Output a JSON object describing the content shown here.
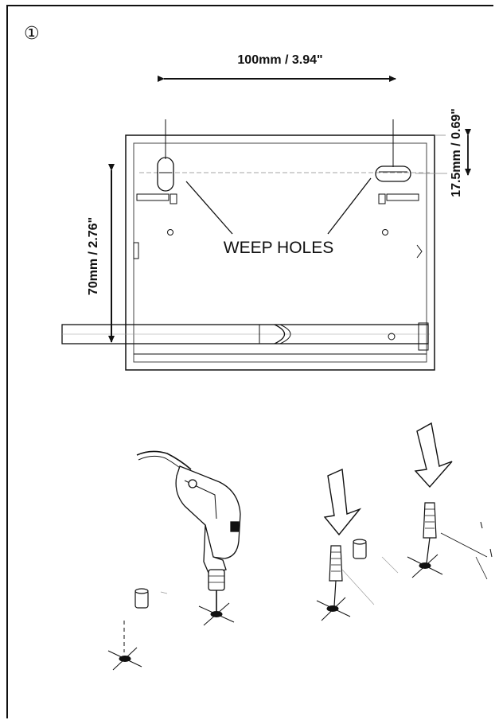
{
  "step": {
    "number": "①"
  },
  "dimensions": {
    "width": "100mm / 3.94\"",
    "height": "70mm / 2.76\"",
    "offset": "17.5mm / 0.69\""
  },
  "callout": {
    "weep_holes": "WEEP HOLES"
  },
  "colors": {
    "line": "#111111",
    "light_line": "#555555",
    "background": "#ffffff"
  },
  "icons": [
    "drill-icon",
    "wall-plug-icon",
    "down-arrow-icon",
    "drill-hole-mark-icon"
  ]
}
